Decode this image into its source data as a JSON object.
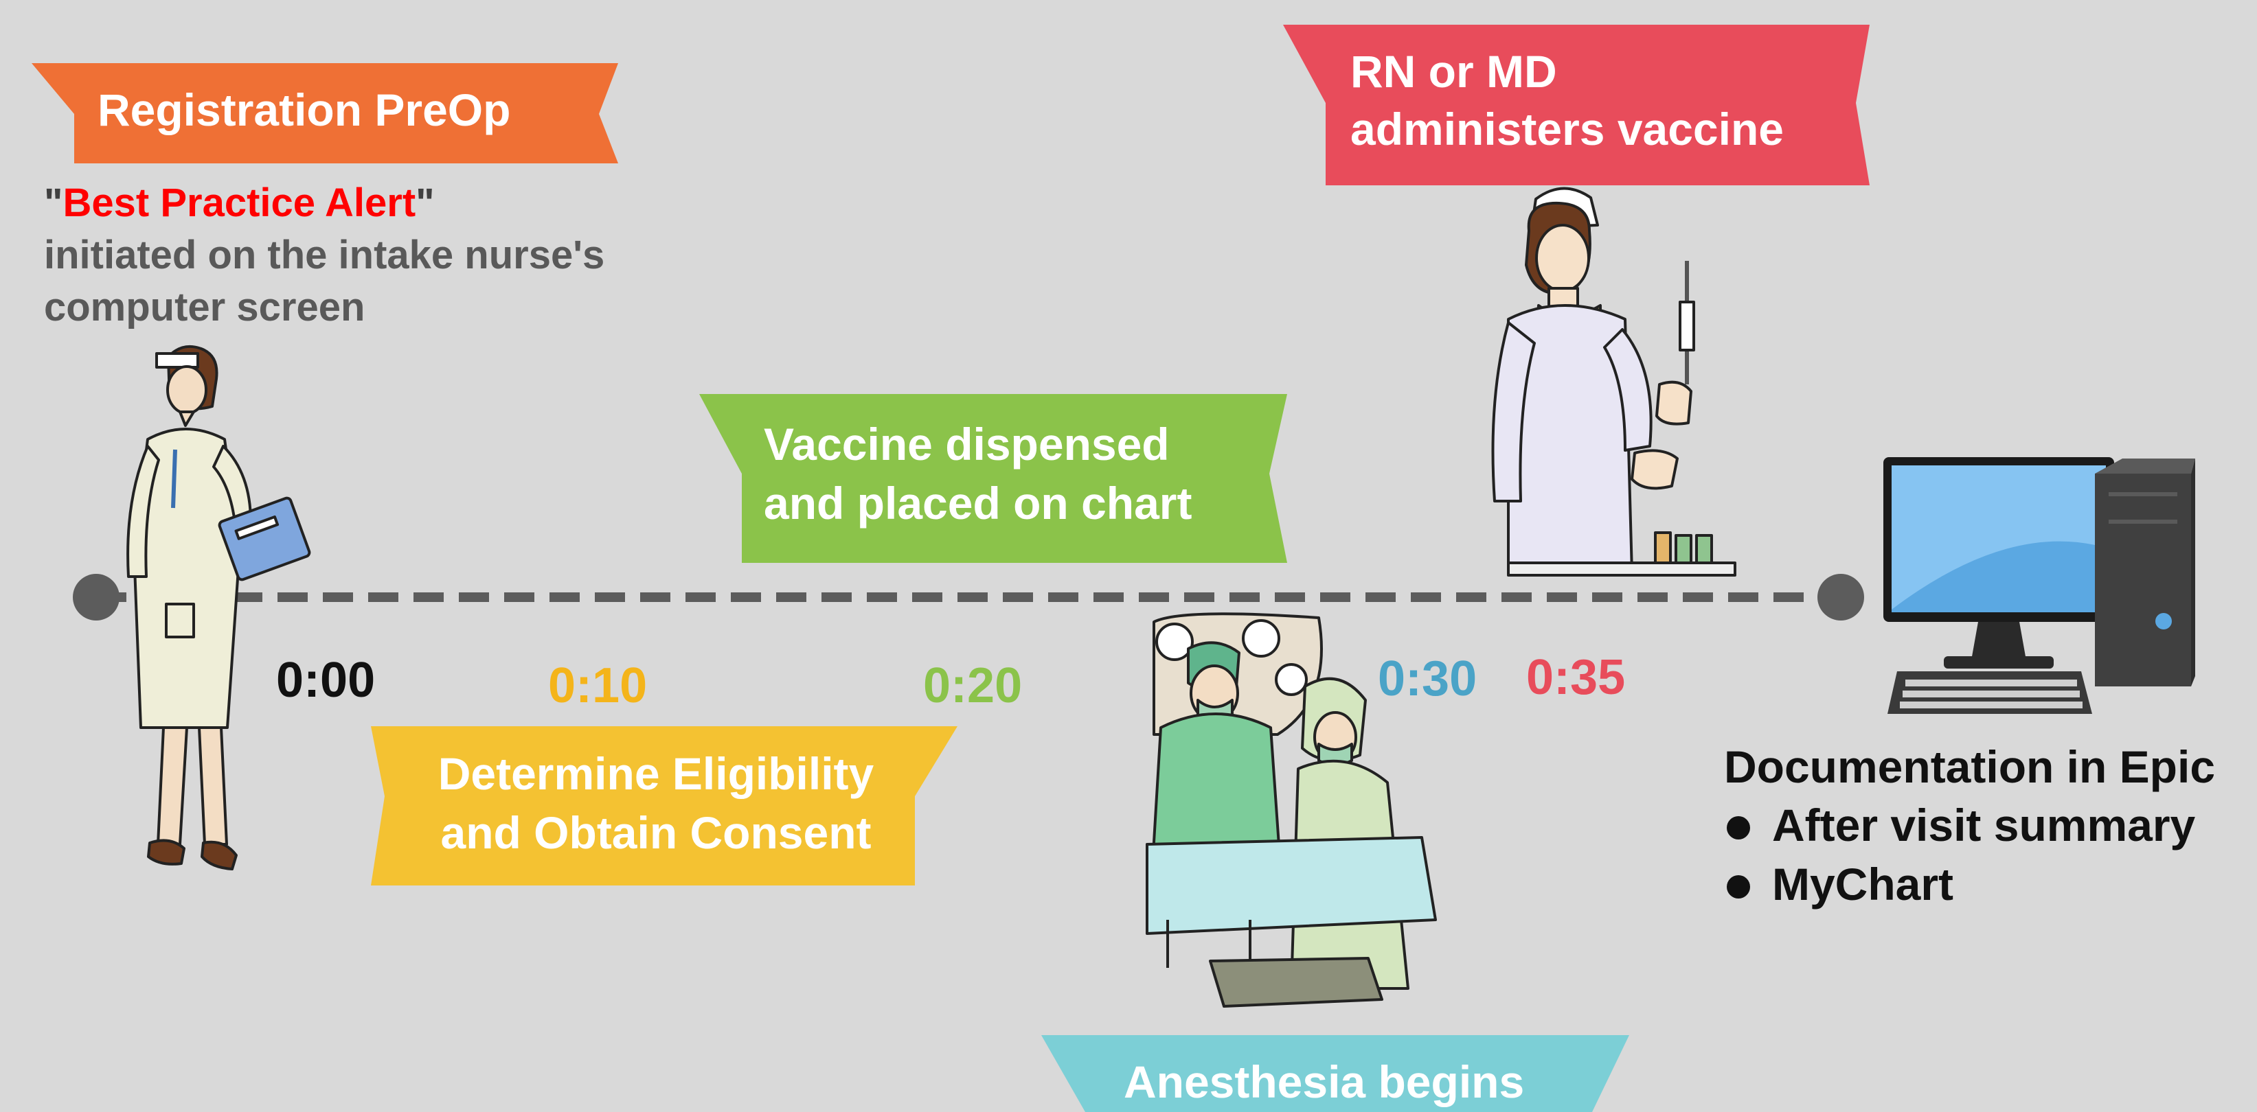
{
  "banners": {
    "registration": {
      "text": "Registration PreOp",
      "color": "#ef7035"
    },
    "vaccine_dispensed": {
      "line1": "Vaccine dispensed",
      "line2": "and placed on chart",
      "color": "#8bc34a"
    },
    "determine": {
      "line1": "Determine Eligibility",
      "line2": "and Obtain Consent",
      "color": "#f4c232"
    },
    "administers": {
      "line1": "RN or MD",
      "line2": "administers vaccine",
      "color": "#e84c5b"
    },
    "anesthesia": {
      "text": "Anesthesia begins",
      "color": "#7ccfd6"
    }
  },
  "alert_note": {
    "quote_open": "\"",
    "alert": "Best Practice Alert",
    "quote_close": "\"",
    "line2": "initiated on the intake nurse's",
    "line3": "computer screen"
  },
  "times": {
    "t0": {
      "label": "0:00",
      "color": "#111111"
    },
    "t10": {
      "label": "0:10",
      "color": "#f4b41a"
    },
    "t20": {
      "label": "0:20",
      "color": "#8bc34a"
    },
    "t30": {
      "label": "0:30",
      "color": "#4aa3c7"
    },
    "t35": {
      "label": "0:35",
      "color": "#e84c5b"
    }
  },
  "documentation": {
    "title": "Documentation in Epic",
    "items": [
      "After visit summary",
      "MyChart"
    ]
  },
  "illustrations": {
    "intake_nurse": "nurse-with-clipboard-illustration",
    "vaccinating_nurse": "nurse-with-syringe-illustration",
    "surgeons": "surgical-team-illustration",
    "computer": "desktop-computer-illustration"
  }
}
